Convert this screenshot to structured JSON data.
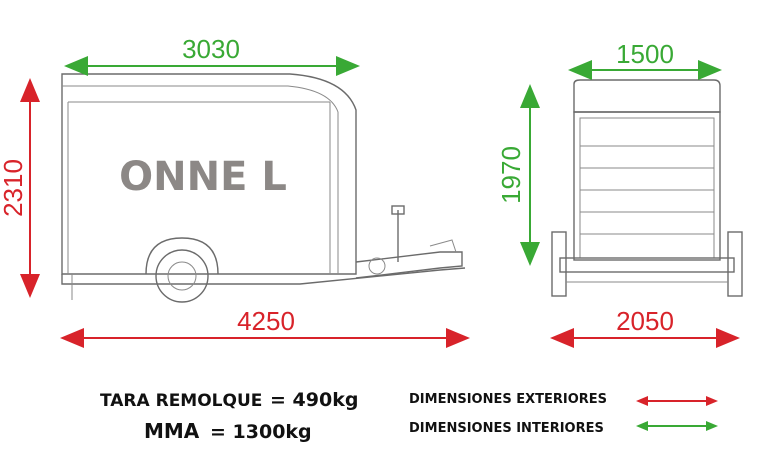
{
  "brand": "ONNE L",
  "side_view": {
    "exterior_length": "4250",
    "interior_length": "3030",
    "exterior_height": "2310"
  },
  "rear_view": {
    "interior_width": "1500",
    "interior_height": "1970",
    "exterior_width": "2050"
  },
  "specs": {
    "tara_label": "TARA REMOLQUE",
    "tara_value": "= 490kg",
    "mma_label": "MMA",
    "mma_value": "= 1300kg"
  },
  "legend": {
    "exterior": {
      "label": "DIMENSIONES EXTERIORES",
      "color": "#d8232a"
    },
    "interior": {
      "label": "DIMENSIONES INTERIORES",
      "color": "#39a935"
    }
  }
}
